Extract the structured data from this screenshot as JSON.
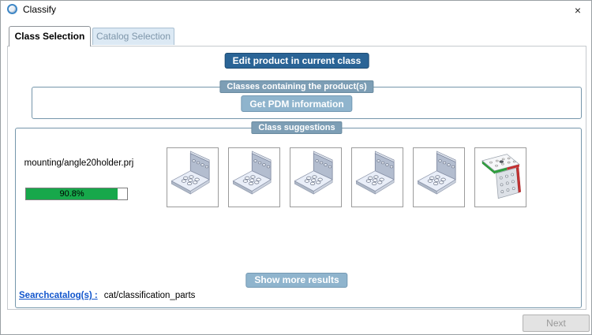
{
  "window": {
    "title": "Classify",
    "close_label": "×"
  },
  "tabs": [
    {
      "label": "Class Selection",
      "active": true
    },
    {
      "label": "Catalog Selection",
      "active": false
    }
  ],
  "actions": {
    "edit_product": "Edit product in current class",
    "get_pdm": "Get PDM information",
    "show_more": "Show more results",
    "next": "Next"
  },
  "sections": {
    "classes_containing": "Classes containing the product(s)",
    "class_suggestions": "Class suggestions"
  },
  "suggestion": {
    "project": "mounting/angle20holder.prj",
    "confidence": "90.8%",
    "confidence_value": 90.8
  },
  "thumbnails": [
    {
      "id": 1,
      "description": "gray angle bracket with holes"
    },
    {
      "id": 2,
      "description": "gray angle bracket with holes"
    },
    {
      "id": 3,
      "description": "gray angle bracket with holes"
    },
    {
      "id": 4,
      "description": "gray angle bracket with holes"
    },
    {
      "id": 5,
      "description": "gray angle bracket with holes"
    },
    {
      "id": 6,
      "description": "angle bracket with green and red classification edges"
    }
  ],
  "search_catalog": {
    "link": "Searchcatalog(s) :",
    "value": "cat/classification_parts"
  },
  "colors": {
    "progress_green": "#17a84b",
    "legend_blue": "#7d9eb5",
    "button_light_blue": "#8fb4cd",
    "button_dark_blue": "#2a6496",
    "fieldset_border": "#7596ab",
    "inactive_tab": "#dce9f4",
    "link_blue": "#1155cc"
  }
}
